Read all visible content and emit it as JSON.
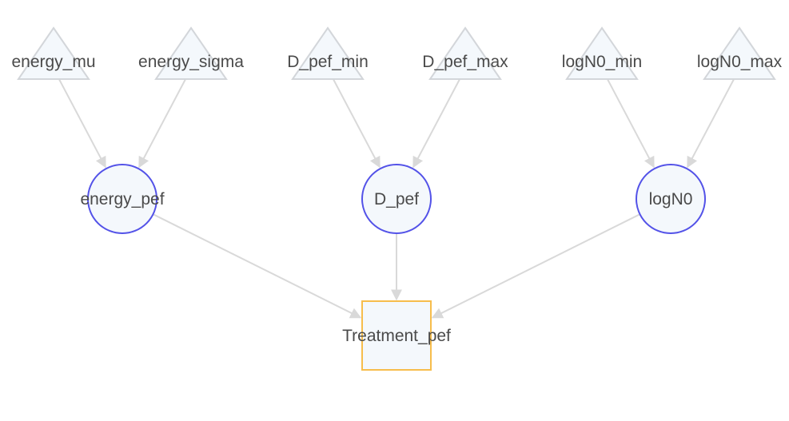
{
  "colors": {
    "background": "#ffffff",
    "edge": "#d9d9d9",
    "node_fill": "#f4f8fc",
    "hyperparameter_stroke": "#d3d6da",
    "parameter_stroke": "#5352e8",
    "output_stroke": "#f7bd4c",
    "label": "#4a4a4a"
  },
  "nodes": [
    {
      "id": "energy_mu",
      "label": "energy_mu",
      "shape": "triangle",
      "icon": "triangle-icon"
    },
    {
      "id": "energy_sigma",
      "label": "energy_sigma",
      "shape": "triangle",
      "icon": "triangle-icon"
    },
    {
      "id": "D_pef_min",
      "label": "D_pef_min",
      "shape": "triangle",
      "icon": "triangle-icon"
    },
    {
      "id": "D_pef_max",
      "label": "D_pef_max",
      "shape": "triangle",
      "icon": "triangle-icon"
    },
    {
      "id": "logN0_min",
      "label": "logN0_min",
      "shape": "triangle",
      "icon": "triangle-icon"
    },
    {
      "id": "logN0_max",
      "label": "logN0_max",
      "shape": "triangle",
      "icon": "triangle-icon"
    },
    {
      "id": "energy_pef",
      "label": "energy_pef",
      "shape": "circle",
      "icon": "circle-icon"
    },
    {
      "id": "D_pef",
      "label": "D_pef",
      "shape": "circle",
      "icon": "circle-icon"
    },
    {
      "id": "logN0",
      "label": "logN0",
      "shape": "circle",
      "icon": "circle-icon"
    },
    {
      "id": "Treatment_pef",
      "label": "Treatment_pef",
      "shape": "square",
      "icon": "square-icon"
    }
  ],
  "edges": [
    {
      "from": "energy_mu",
      "to": "energy_pef"
    },
    {
      "from": "energy_sigma",
      "to": "energy_pef"
    },
    {
      "from": "D_pef_min",
      "to": "D_pef"
    },
    {
      "from": "D_pef_max",
      "to": "D_pef"
    },
    {
      "from": "logN0_min",
      "to": "logN0"
    },
    {
      "from": "logN0_max",
      "to": "logN0"
    },
    {
      "from": "energy_pef",
      "to": "Treatment_pef"
    },
    {
      "from": "D_pef",
      "to": "Treatment_pef"
    },
    {
      "from": "logN0",
      "to": "Treatment_pef"
    }
  ]
}
